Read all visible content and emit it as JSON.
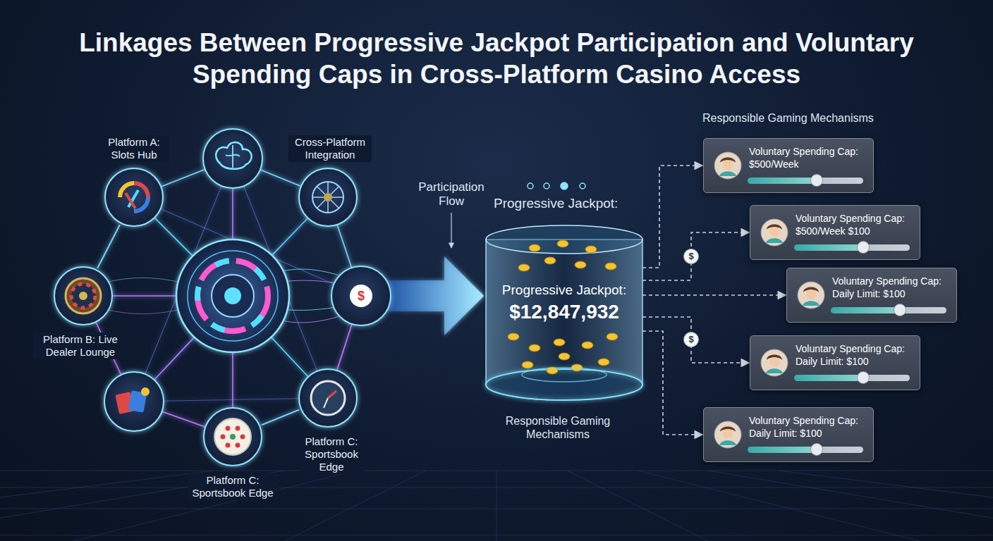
{
  "diagram": {
    "title": "Linkages Between Progressive Jackpot Participation and Voluntary Spending Caps in Cross-Platform Casino Access",
    "nodes": [
      {
        "text": [
          "Platform A: Slots Hub"
        ]
      },
      {
        "text": [
          "Cross-Platform Integration"
        ]
      },
      {
        "text": [
          "Platform B: Live Dealer Lounge"
        ]
      },
      {
        "text": [
          "Platform C: Sportsbook Edge"
        ]
      },
      {
        "text": [
          "Platform C: Sportsbook Edge"
        ]
      },
      {
        "text": [
          "Progressive Jackpot:",
          "$12,847,932"
        ]
      },
      {
        "text": [
          "Voluntary Spending Cap:",
          "$500/Week"
        ]
      },
      {
        "text": [
          "Voluntary Spending Cap:",
          "$500/Week $100"
        ]
      },
      {
        "text": [
          "Voluntary Spending Cap:",
          "Daily Limit: $100"
        ]
      },
      {
        "text": [
          "Voluntary Spending Cap:",
          "Daily Limit: $100"
        ]
      },
      {
        "text": [
          "Voluntary Spending Cap:",
          "Daily Limit: $100"
        ]
      }
    ],
    "edges": [
      {
        "from": 0,
        "to": 2,
        "arrow": "none"
      },
      {
        "from": 4,
        "to": 3,
        "arrow": "none"
      },
      {
        "from": 5,
        "to": 6,
        "arrow": "to"
      },
      {
        "from": 5,
        "to": 7,
        "arrow": "to"
      },
      {
        "from": 5,
        "to": 8,
        "arrow": "to"
      },
      {
        "from": 5,
        "to": 9,
        "arrow": "to"
      },
      {
        "from": 5,
        "to": 10,
        "arrow": "to"
      }
    ],
    "labels": [
      "Participation Flow",
      "Progressive Jackpot:",
      "Responsible Gaming Mechanisms",
      "Responsible Gaming Mechanisms",
      "$",
      "$",
      "$"
    ]
  }
}
